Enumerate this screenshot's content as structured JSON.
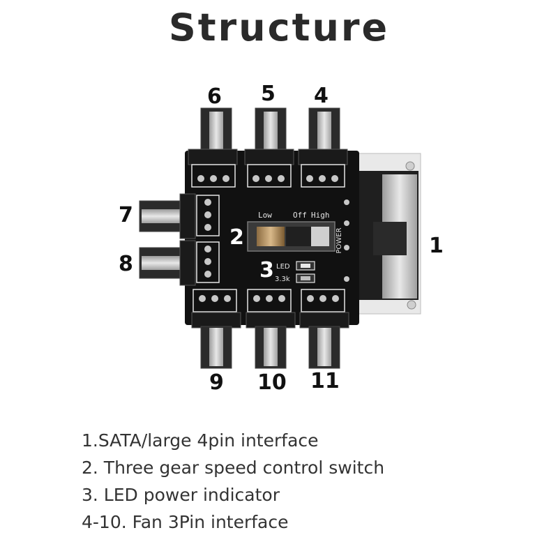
{
  "title": "Structure",
  "board": {
    "switch_labels": {
      "low": "Low",
      "off": "Off",
      "high": "High"
    },
    "power_label": "POWER",
    "led_label": "LED",
    "resistor_label": "3.3k"
  },
  "callouts": {
    "c1": "1",
    "c2": "2",
    "c3": "3",
    "c4": "4",
    "c5": "5",
    "c6": "6",
    "c7": "7",
    "c8": "8",
    "c9": "9",
    "c10": "10",
    "c11": "11"
  },
  "legend": [
    "1.SATA/large 4pin interface",
    "2. Three gear speed control switch",
    "3. LED power indicator",
    "4-10. Fan 3Pin interface"
  ],
  "colors": {
    "board": "#111111",
    "connector": "#2b2b2b",
    "connector_dark": "#1a1a1a",
    "pin": "#c8c8c8",
    "silkscreen": "#e6e6e6",
    "sata_plug": "#d8d8d8"
  }
}
